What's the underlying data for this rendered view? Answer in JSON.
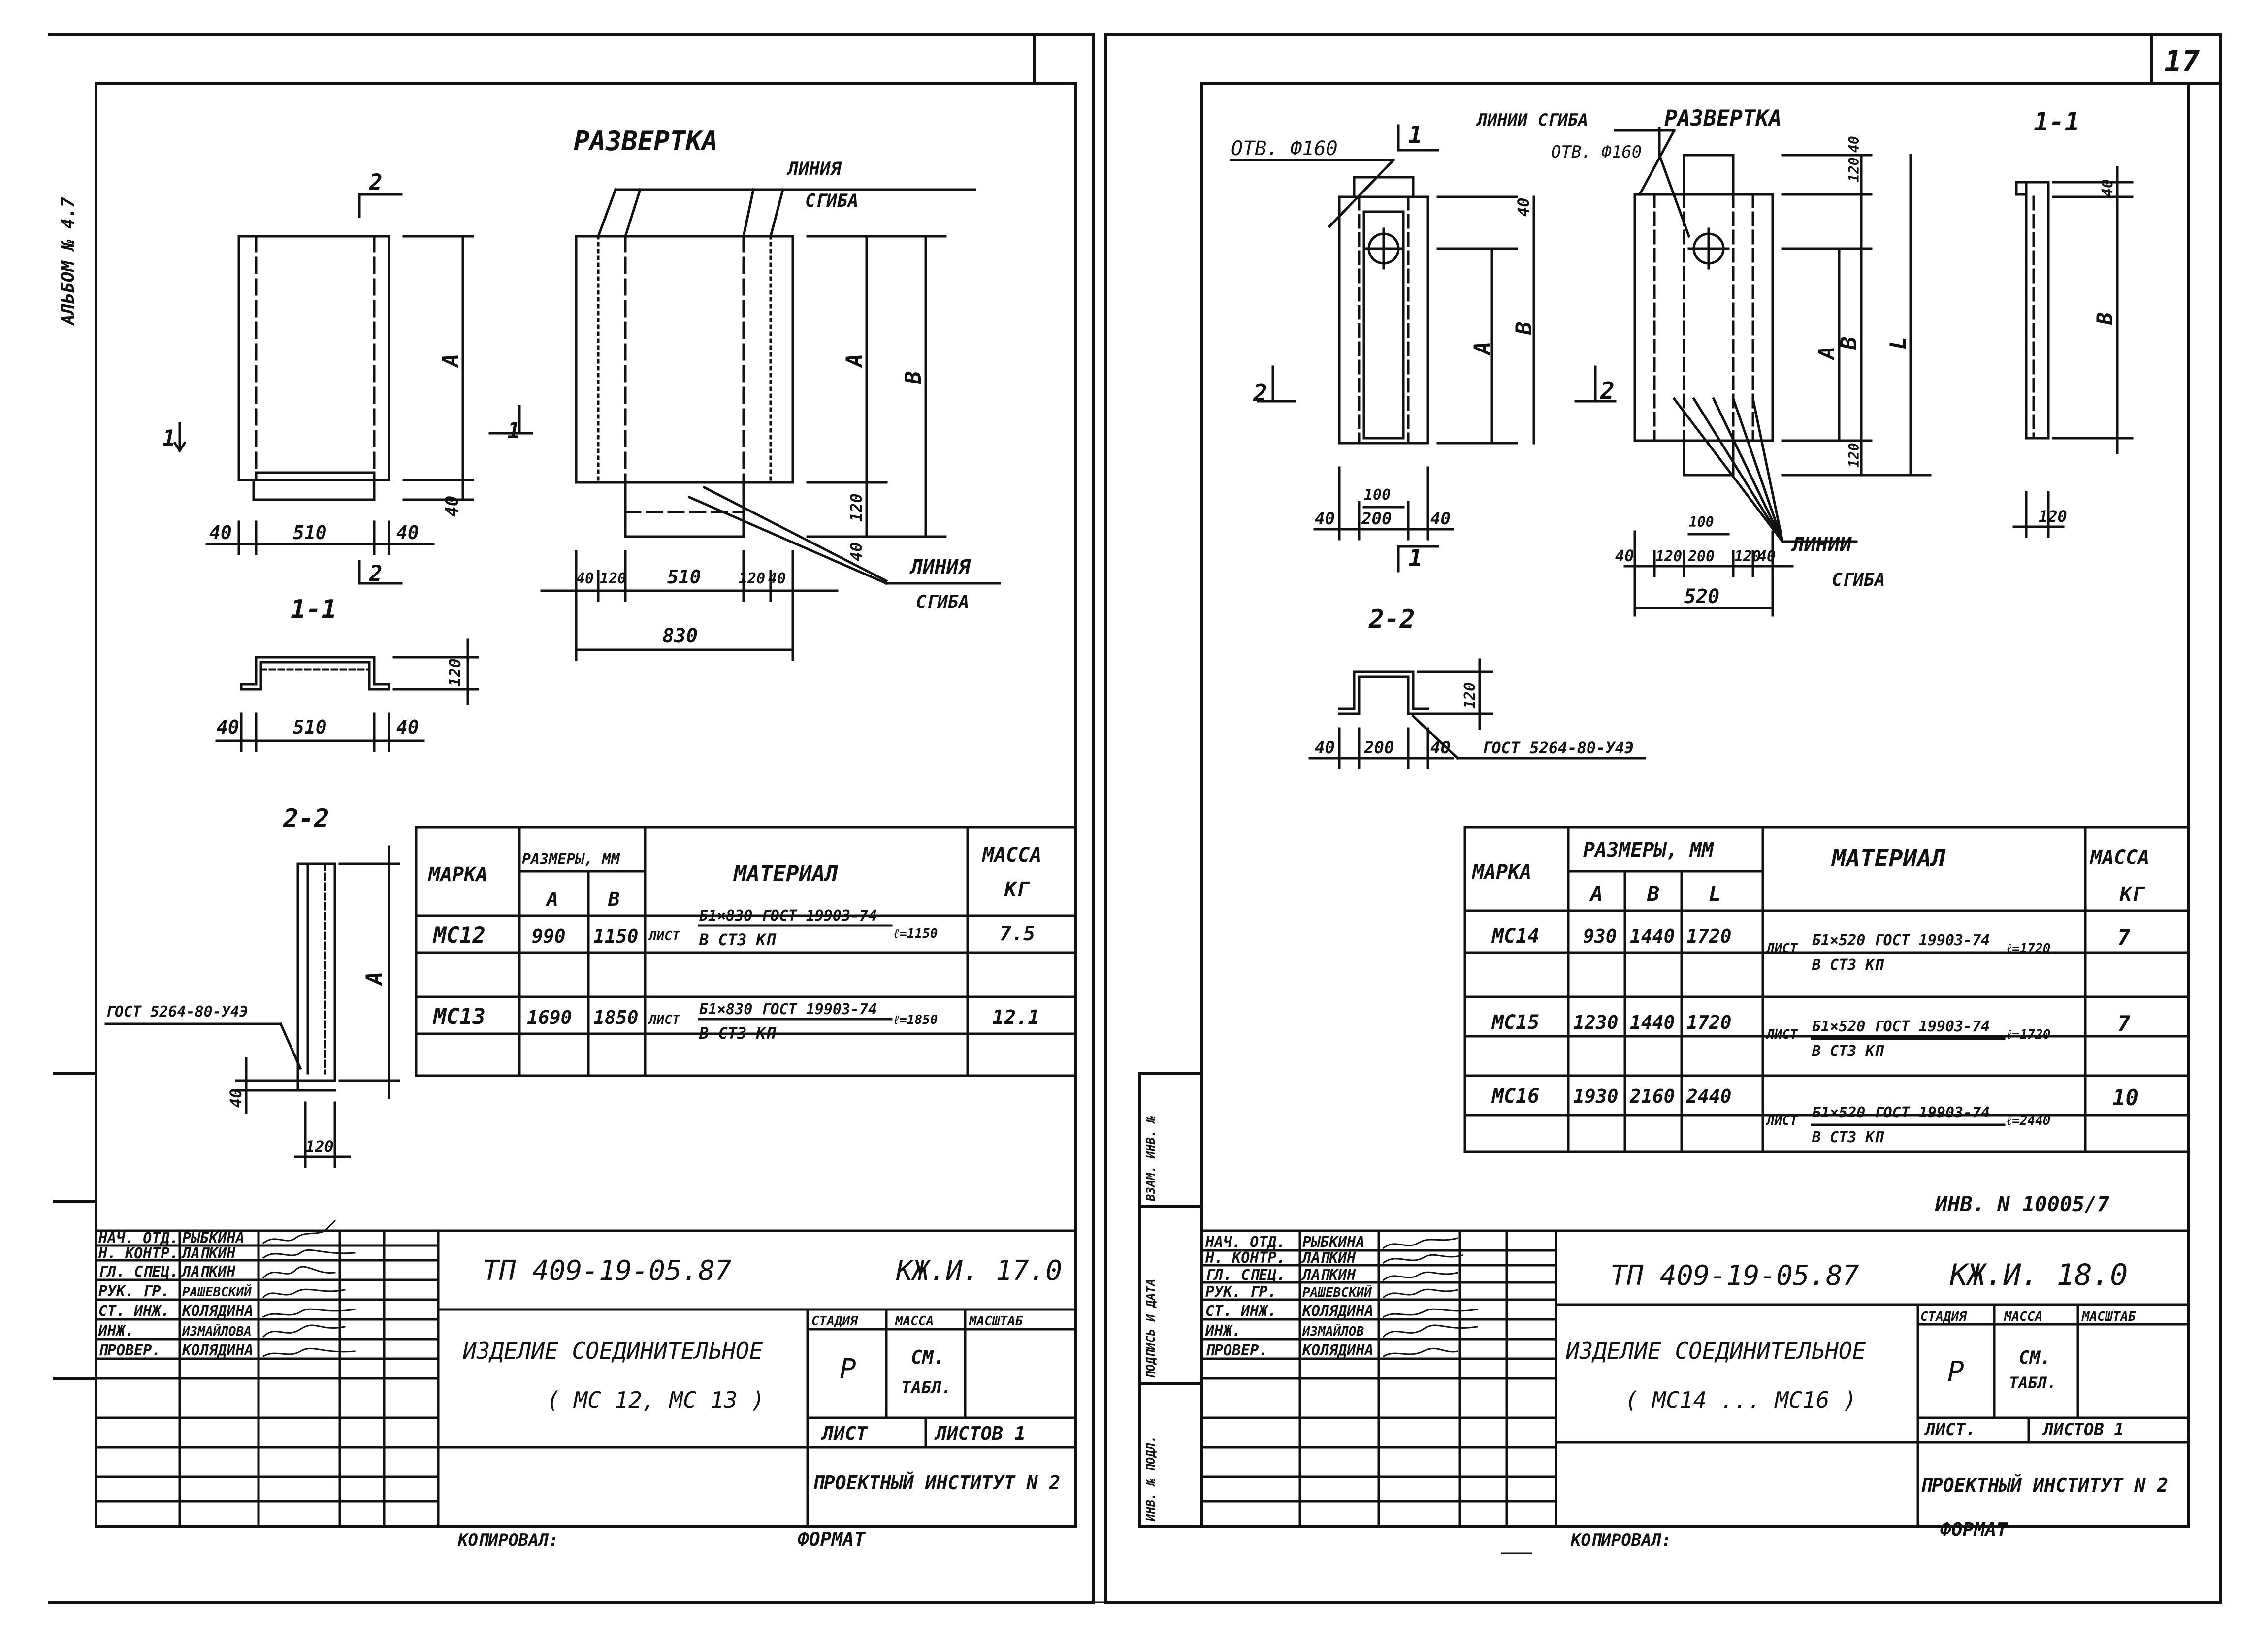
{
  "page_number": "17",
  "album_label": "АЛЬБОМ № 4.7",
  "left": {
    "razvertka_title": "РАЗВЕРТКА",
    "bend_line_label_1": [
      "ЛИНИЯ",
      "СГИБА"
    ],
    "bend_line_label_2": [
      "ЛИНИЯ",
      "СГИБА"
    ],
    "section_marks": {
      "s1": "1",
      "s2": "2"
    },
    "plan_dims": {
      "A": "А",
      "d40a": "40",
      "d510": "510",
      "d40b": "40",
      "d40c": "40"
    },
    "unfold_dims": {
      "A": "А",
      "B": "В",
      "d120": "120",
      "d40": "40",
      "bottom": [
        "40",
        "120",
        "510",
        "120",
        "40"
      ],
      "total": "830"
    },
    "section11": {
      "title": "1-1",
      "dims": [
        "40",
        "510",
        "40"
      ],
      "h": "120"
    },
    "section22": {
      "title": "2-2",
      "A": "А",
      "h40": "40",
      "w120": "120",
      "gost": "ГОСТ 5264-80-У4Э"
    },
    "table": {
      "headers": {
        "marka": "МАРКА",
        "sizes": "РАЗМЕРЫ, ММ",
        "a": "А",
        "b": "В",
        "material": "МАТЕРИАЛ",
        "mass": "МАССА",
        "mass_unit": "КГ"
      },
      "rows": [
        {
          "marka": "МС12",
          "a": "990",
          "b": "1150",
          "mat_prefix": "ЛИСТ",
          "mat_top": "Б1×830 ГОСТ 19903-74",
          "mat_bottom": "В СТ3 КП",
          "mat_len": "ℓ=1150",
          "mass": "7.5"
        },
        {
          "marka": "МС13",
          "a": "1690",
          "b": "1850",
          "mat_prefix": "ЛИСТ",
          "mat_top": "Б1×830 ГОСТ 19903-74",
          "mat_bottom": "В СТ3 КП",
          "mat_len": "ℓ=1850",
          "mass": "12.1"
        }
      ]
    },
    "title_block": {
      "roles": [
        "НАЧ. ОТД.",
        "Н. КОНТР.",
        "ГЛ. СПЕЦ.",
        "РУК. ГР.",
        "СТ. ИНЖ.",
        "ИНЖ.",
        "ПРОВЕР."
      ],
      "names": [
        "РЫБКИНА",
        "ЛАПКИН",
        "ЛАПКИН",
        "РАШЕВСКИЙ",
        "КОЛЯДИНА",
        "ИЗМАЙЛОВА",
        "КОЛЯДИНА"
      ],
      "project": "ТП 409-19-05.87",
      "code": "КЖ.И. 17.0",
      "item": "ИЗДЕЛИЕ СОЕДИНИТЕЛЬНОЕ",
      "item_marks": "( МС 12, МС 13 )",
      "stadia_label": "СТАДИЯ",
      "massa_label": "МАССА",
      "masshtab_label": "МАСШТАБ",
      "stadia": "Р",
      "massa_value": [
        "СМ.",
        "ТАБЛ."
      ],
      "list_label": "ЛИСТ",
      "listov_label": "ЛИСТОВ 1",
      "org": "ПРОЕКТНЫЙ ИНСТИТУТ N 2"
    },
    "copied": "КОПИРОВАЛ:",
    "format": "ФОРМАТ"
  },
  "right": {
    "razvertka_title": "РАЗВЕРТКА",
    "bend_lines_top": "ЛИНИИ СГИБА",
    "bend_lines_bottom": [
      "ЛИНИИ",
      "СГИБА"
    ],
    "hole1": "ОТВ. Ф160",
    "hole2": "ОТВ. Ф160",
    "section_marks": {
      "s1": "1",
      "s2": "2"
    },
    "plan_dims": {
      "d40": "40",
      "A": "А",
      "B": "В",
      "bottom": [
        "40",
        "200",
        "40"
      ],
      "d100": "100"
    },
    "unfold_dims": {
      "top": "120",
      "top2": "40",
      "A": "А",
      "B": "В",
      "L": "L",
      "d120": "120",
      "bottom": [
        "40",
        "120",
        "200",
        "120",
        "40"
      ],
      "d100": "100",
      "total": "520"
    },
    "section11": {
      "title": "1-1",
      "h40": "40",
      "B": "В",
      "w120": "120"
    },
    "section22": {
      "title": "2-2",
      "h": "120",
      "dims": [
        "40",
        "200",
        "40"
      ],
      "gost": "ГОСТ 5264-80-У4Э"
    },
    "table": {
      "headers": {
        "marka": "МАРКА",
        "sizes": "РАЗМЕРЫ, ММ",
        "a": "А",
        "b": "В",
        "l": "L",
        "material": "МАТЕРИАЛ",
        "mass": "МАССА",
        "mass_unit": "КГ"
      },
      "rows": [
        {
          "marka": "МС14",
          "a": "930",
          "b": "1440",
          "l": "1720",
          "mat_prefix": "ЛИСТ",
          "mat_top": "Б1×520 ГОСТ 19903-74",
          "mat_bottom": "В СТ3 КП",
          "mat_len": "ℓ=1720",
          "mass": "7"
        },
        {
          "marka": "МС15",
          "a": "1230",
          "b": "1440",
          "l": "1720",
          "mat_prefix": "ЛИСТ",
          "mat_top": "Б1×520 ГОСТ 19903-74",
          "mat_bottom": "В СТ3 КП",
          "mat_len": "ℓ=1720",
          "mass": "7"
        },
        {
          "marka": "МС16",
          "a": "1930",
          "b": "2160",
          "l": "2440",
          "mat_prefix": "ЛИСТ",
          "mat_top": "Б1×520 ГОСТ 19903-74",
          "mat_bottom": "В СТ3 КП",
          "mat_len": "ℓ=2440",
          "mass": "10"
        }
      ]
    },
    "inv": "ИНВ. N 10005/7",
    "side_labels": [
      "ВЗАМ. ИНВ. №",
      "ПОДПИСЬ И ДАТА",
      "ИНВ. № ПОДЛ."
    ],
    "title_block": {
      "roles": [
        "НАЧ. ОТД.",
        "Н. КОНТР.",
        "ГЛ. СПЕЦ.",
        "РУК. ГР.",
        "СТ. ИНЖ.",
        "ИНЖ.",
        "ПРОВЕР."
      ],
      "names": [
        "РЫБКИНА",
        "ЛАПКИН",
        "ЛАПКИН",
        "РАШЕВСКИЙ",
        "КОЛЯДИНА",
        "ИЗМАЙЛОВ",
        "КОЛЯДИНА"
      ],
      "project": "ТП 409-19-05.87",
      "code": "КЖ.И. 18.0",
      "item": "ИЗДЕЛИЕ СОЕДИНИТЕЛЬНОЕ",
      "item_marks": "( МС14 ... МС16 )",
      "stadia_label": "СТАДИЯ",
      "massa_label": "МАССА",
      "masshtab_label": "МАСШТАБ",
      "stadia": "Р",
      "massa_value": [
        "СМ.",
        "ТАБЛ."
      ],
      "list_label": "ЛИСТ.",
      "listov_label": "ЛИСТОВ 1",
      "org": "ПРОЕКТНЫЙ ИНСТИТУТ N 2"
    },
    "copied": "КОПИРОВАЛ:",
    "format": "ФОРМАТ"
  }
}
